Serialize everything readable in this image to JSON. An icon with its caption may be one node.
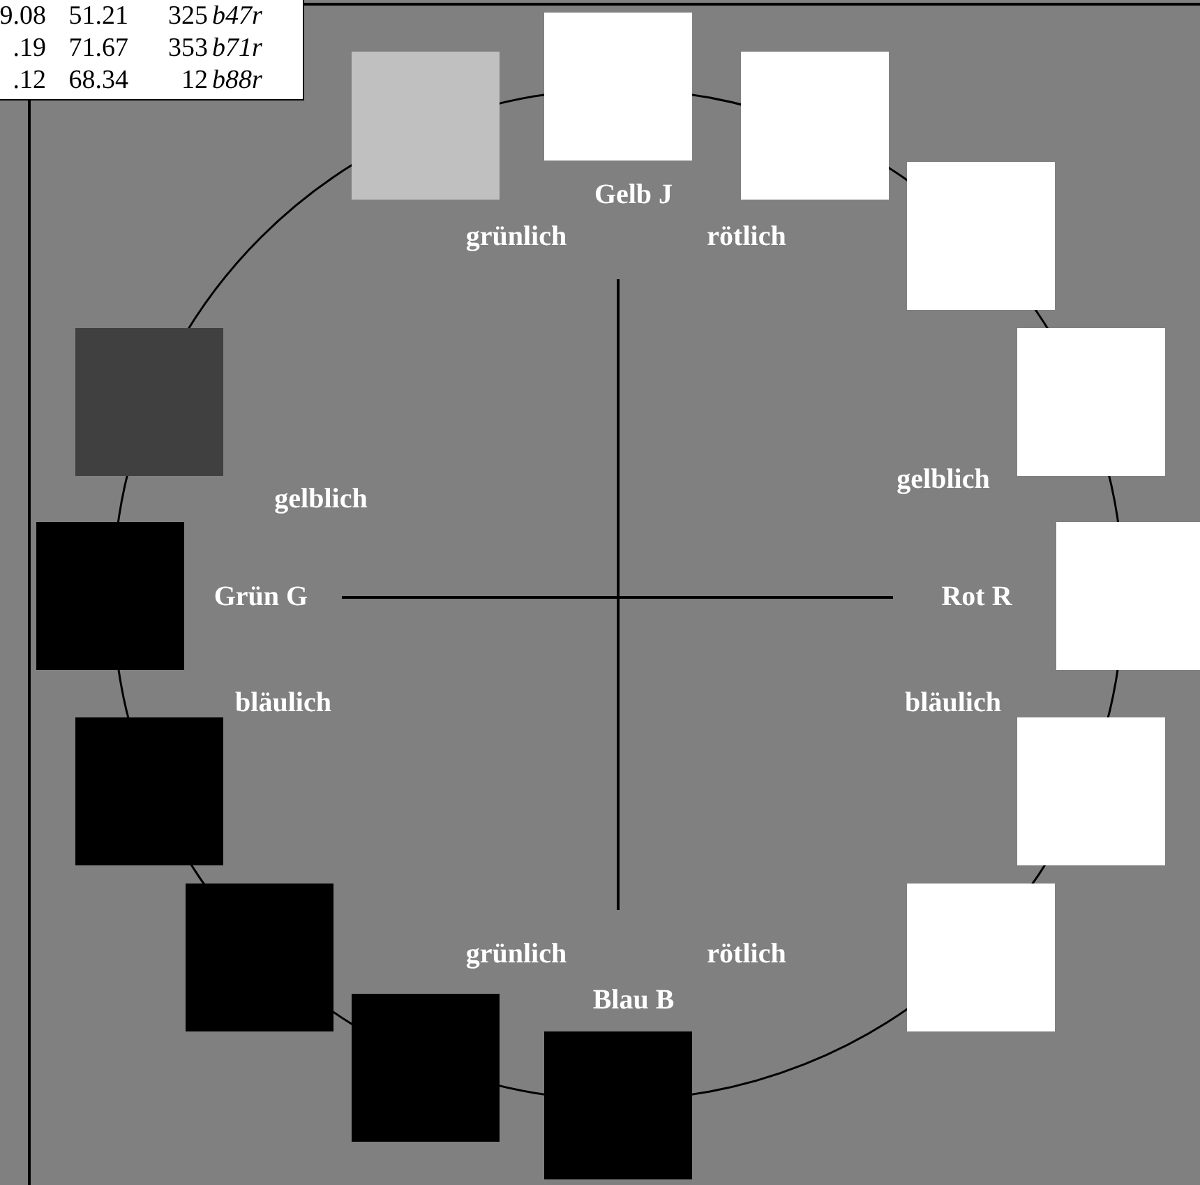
{
  "diagram": {
    "labels": [
      "9.08",
      "51.21",
      "325",
      "b47r",
      ".19",
      "71.67",
      "353",
      "b71r",
      ".12",
      "68.34",
      "12",
      "b88r",
      "Gelb J",
      "grünlich",
      "rötlich",
      "gelblich",
      "gelblich",
      "Grün G",
      "Rot R",
      "bläulich",
      "bläulich",
      "grünlich",
      "rötlich",
      "Blau B"
    ]
  }
}
